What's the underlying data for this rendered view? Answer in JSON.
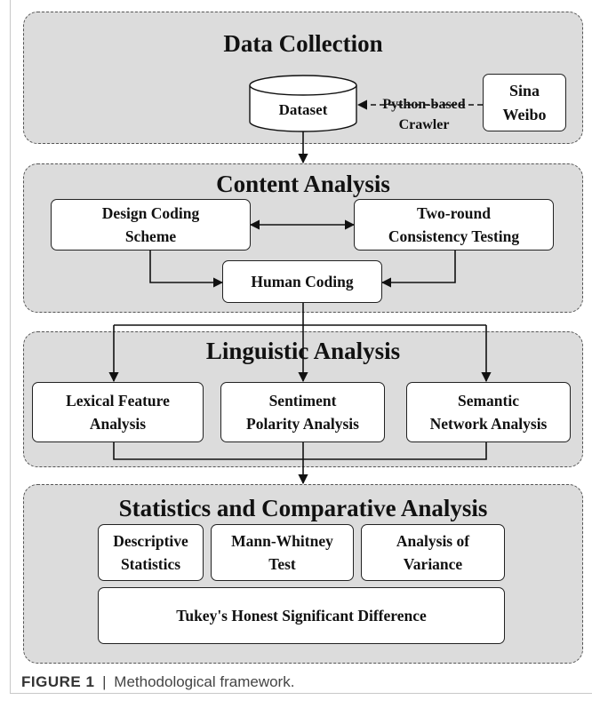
{
  "stages": {
    "collection": "Data Collection",
    "content": "Content Analysis",
    "linguistic": "Linguistic Analysis",
    "statistics": "Statistics and Comparative Analysis"
  },
  "nodes": {
    "dataset": "Dataset",
    "crawler_label": "Python-based\nCrawler",
    "sina_weibo": "Sina\nWeibo",
    "design_coding": "Design Coding\nScheme",
    "consistency": "Two-round\nConsistency Testing",
    "human_coding": "Human Coding",
    "lexical": "Lexical Feature\nAnalysis",
    "sentiment": "Sentiment\nPolarity Analysis",
    "semantic": "Semantic\nNetwork Analysis",
    "descriptive": "Descriptive\nStatistics",
    "mann_whitney": "Mann-Whitney\nTest",
    "anova": "Analysis of\nVariance",
    "tukey": "Tukey's Honest Significant Difference"
  },
  "caption": {
    "label": "FIGURE 1",
    "separator": "|",
    "text": "Methodological framework."
  }
}
